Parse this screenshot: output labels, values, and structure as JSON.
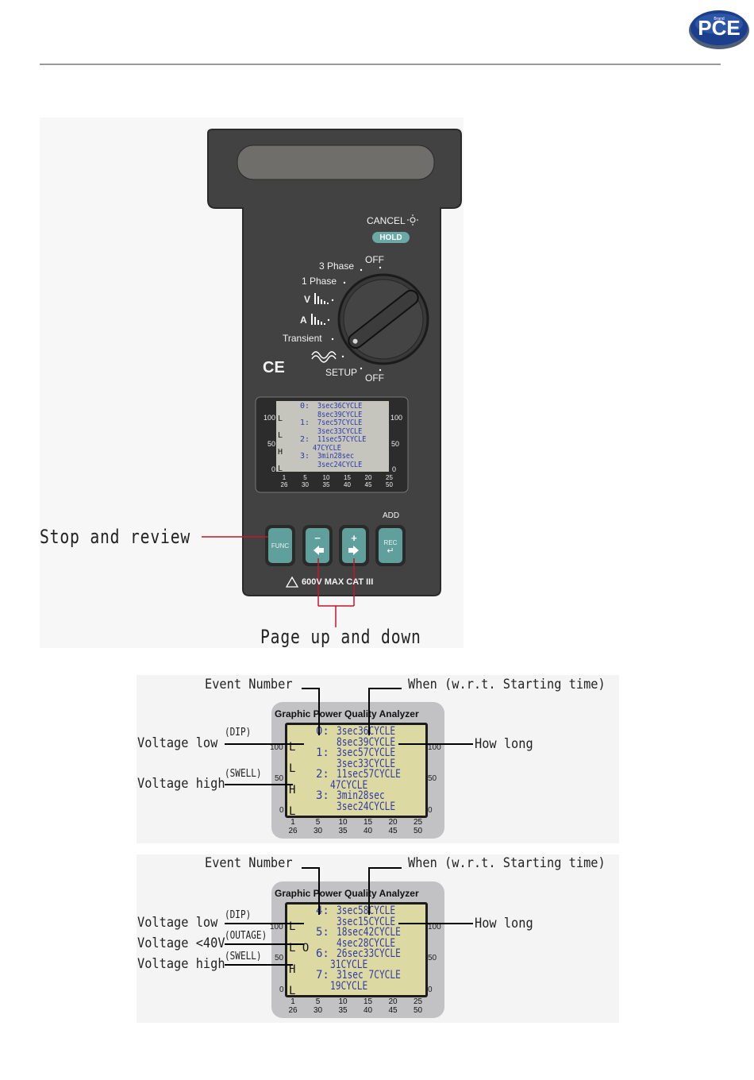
{
  "header": {
    "logo_text": "PCE",
    "logo_sub": "Brand"
  },
  "figure1": {
    "controls": {
      "cancel": "CANCEL",
      "hold": "HOLD",
      "three_phase": "3 Phase",
      "off_top": "OFF",
      "one_phase": "1 Phase",
      "v_harm": "V",
      "a_harm": "A",
      "transient": "Transient",
      "setup": "SETUP",
      "off_bottom": "OFF",
      "ce_mark": "CE",
      "add": "ADD",
      "func": "FUNC",
      "minus": "−",
      "plus": "+",
      "rec": "REC",
      "rating": "600V MAX CAT III"
    },
    "lcd": {
      "left_scale": [
        "100",
        "50",
        "0"
      ],
      "right_scale": [
        "100",
        "50",
        "0"
      ],
      "ticks_top": [
        "1",
        "5",
        "10",
        "15",
        "20",
        "25"
      ],
      "ticks_bottom": [
        "26",
        "30",
        "35",
        "40",
        "45",
        "50"
      ],
      "lines": [
        {
          "tag": "",
          "idx": "0:",
          "text": "3sec36CYCLE"
        },
        {
          "tag": "L",
          "idx": "",
          "text": "8sec39CYCLE"
        },
        {
          "tag": "",
          "idx": "1:",
          "text": "7sec57CYCLE"
        },
        {
          "tag": "L",
          "idx": "",
          "text": "3sec33CYCLE"
        },
        {
          "tag": "",
          "idx": "2:",
          "text": "11sec57CYCLE"
        },
        {
          "tag": "H",
          "idx": "",
          "text": "47CYCLE"
        },
        {
          "tag": "",
          "idx": "3:",
          "text": "3min28sec"
        },
        {
          "tag": "L",
          "idx": "",
          "text": "3sec24CYCLE"
        }
      ]
    },
    "callouts": {
      "stop_review": "Stop and review",
      "page_updown": "Page up and down"
    }
  },
  "figure2": {
    "title": "Graphic Power Quality Analyzer",
    "annotations": {
      "event_number": "Event Number",
      "when": "When (w.r.t. Starting time)",
      "how_long": "How long",
      "voltage_low": "Voltage low",
      "dip": "(DIP)",
      "voltage_high": "Voltage high",
      "swell": "(SWELL)"
    },
    "left_scale": [
      "100",
      "50",
      "0"
    ],
    "right_scale": [
      "100",
      "50",
      "0"
    ],
    "ticks_top": [
      "1",
      "5",
      "10",
      "15",
      "20",
      "25"
    ],
    "ticks_bottom": [
      "26",
      "30",
      "35",
      "40",
      "45",
      "50"
    ],
    "lines": [
      {
        "tag": "",
        "idx": "0:",
        "text": "3sec36CYCLE"
      },
      {
        "tag": "L",
        "idx": "",
        "text": "8sec39CYCLE"
      },
      {
        "tag": "",
        "idx": "1:",
        "text": "3sec57CYCLE"
      },
      {
        "tag": "L",
        "idx": "",
        "text": "3sec33CYCLE"
      },
      {
        "tag": "",
        "idx": "2:",
        "text": "11sec57CYCLE"
      },
      {
        "tag": "H",
        "idx": "",
        "text": "47CYCLE"
      },
      {
        "tag": "",
        "idx": "3:",
        "text": "3min28sec"
      },
      {
        "tag": "L",
        "idx": "",
        "text": "3sec24CYCLE"
      }
    ]
  },
  "figure3": {
    "title": "Graphic Power Quality Analyzer",
    "annotations": {
      "event_number": "Event Number",
      "when": "When (w.r.t. Starting time)",
      "how_long": "How long",
      "voltage_low": "Voltage low",
      "dip": "(DIP)",
      "voltage_40": "Voltage <40V",
      "outage": "(OUTAGE)",
      "voltage_high": "Voltage high",
      "swell": "(SWELL)"
    },
    "left_scale": [
      "100",
      "50",
      "0"
    ],
    "right_scale": [
      "100",
      "50",
      "0"
    ],
    "ticks_top": [
      "1",
      "5",
      "10",
      "15",
      "20",
      "25"
    ],
    "ticks_bottom": [
      "26",
      "30",
      "35",
      "40",
      "45",
      "50"
    ],
    "lines": [
      {
        "tag": "",
        "idx": "4:",
        "text": "3sec58CYCLE"
      },
      {
        "tag": "L",
        "idx": "",
        "text": "3sec15CYCLE"
      },
      {
        "tag": "",
        "idx": "5:",
        "text": "18sec42CYCLE"
      },
      {
        "tag": "L O",
        "idx": "",
        "text": "4sec28CYCLE"
      },
      {
        "tag": "",
        "idx": "6:",
        "text": "26sec33CYCLE"
      },
      {
        "tag": "H",
        "idx": "",
        "text": "31CYCLE"
      },
      {
        "tag": "",
        "idx": "7:",
        "text": "31sec 7CYCLE"
      },
      {
        "tag": "L",
        "idx": "",
        "text": "19CYCLE"
      }
    ]
  },
  "colors": {
    "callout_line": "#c8142a",
    "meter_body": "#474646",
    "button": "#5f9f9c",
    "lcd_bg": "#ddd9a2",
    "lcd_text": "#3a47b8"
  }
}
